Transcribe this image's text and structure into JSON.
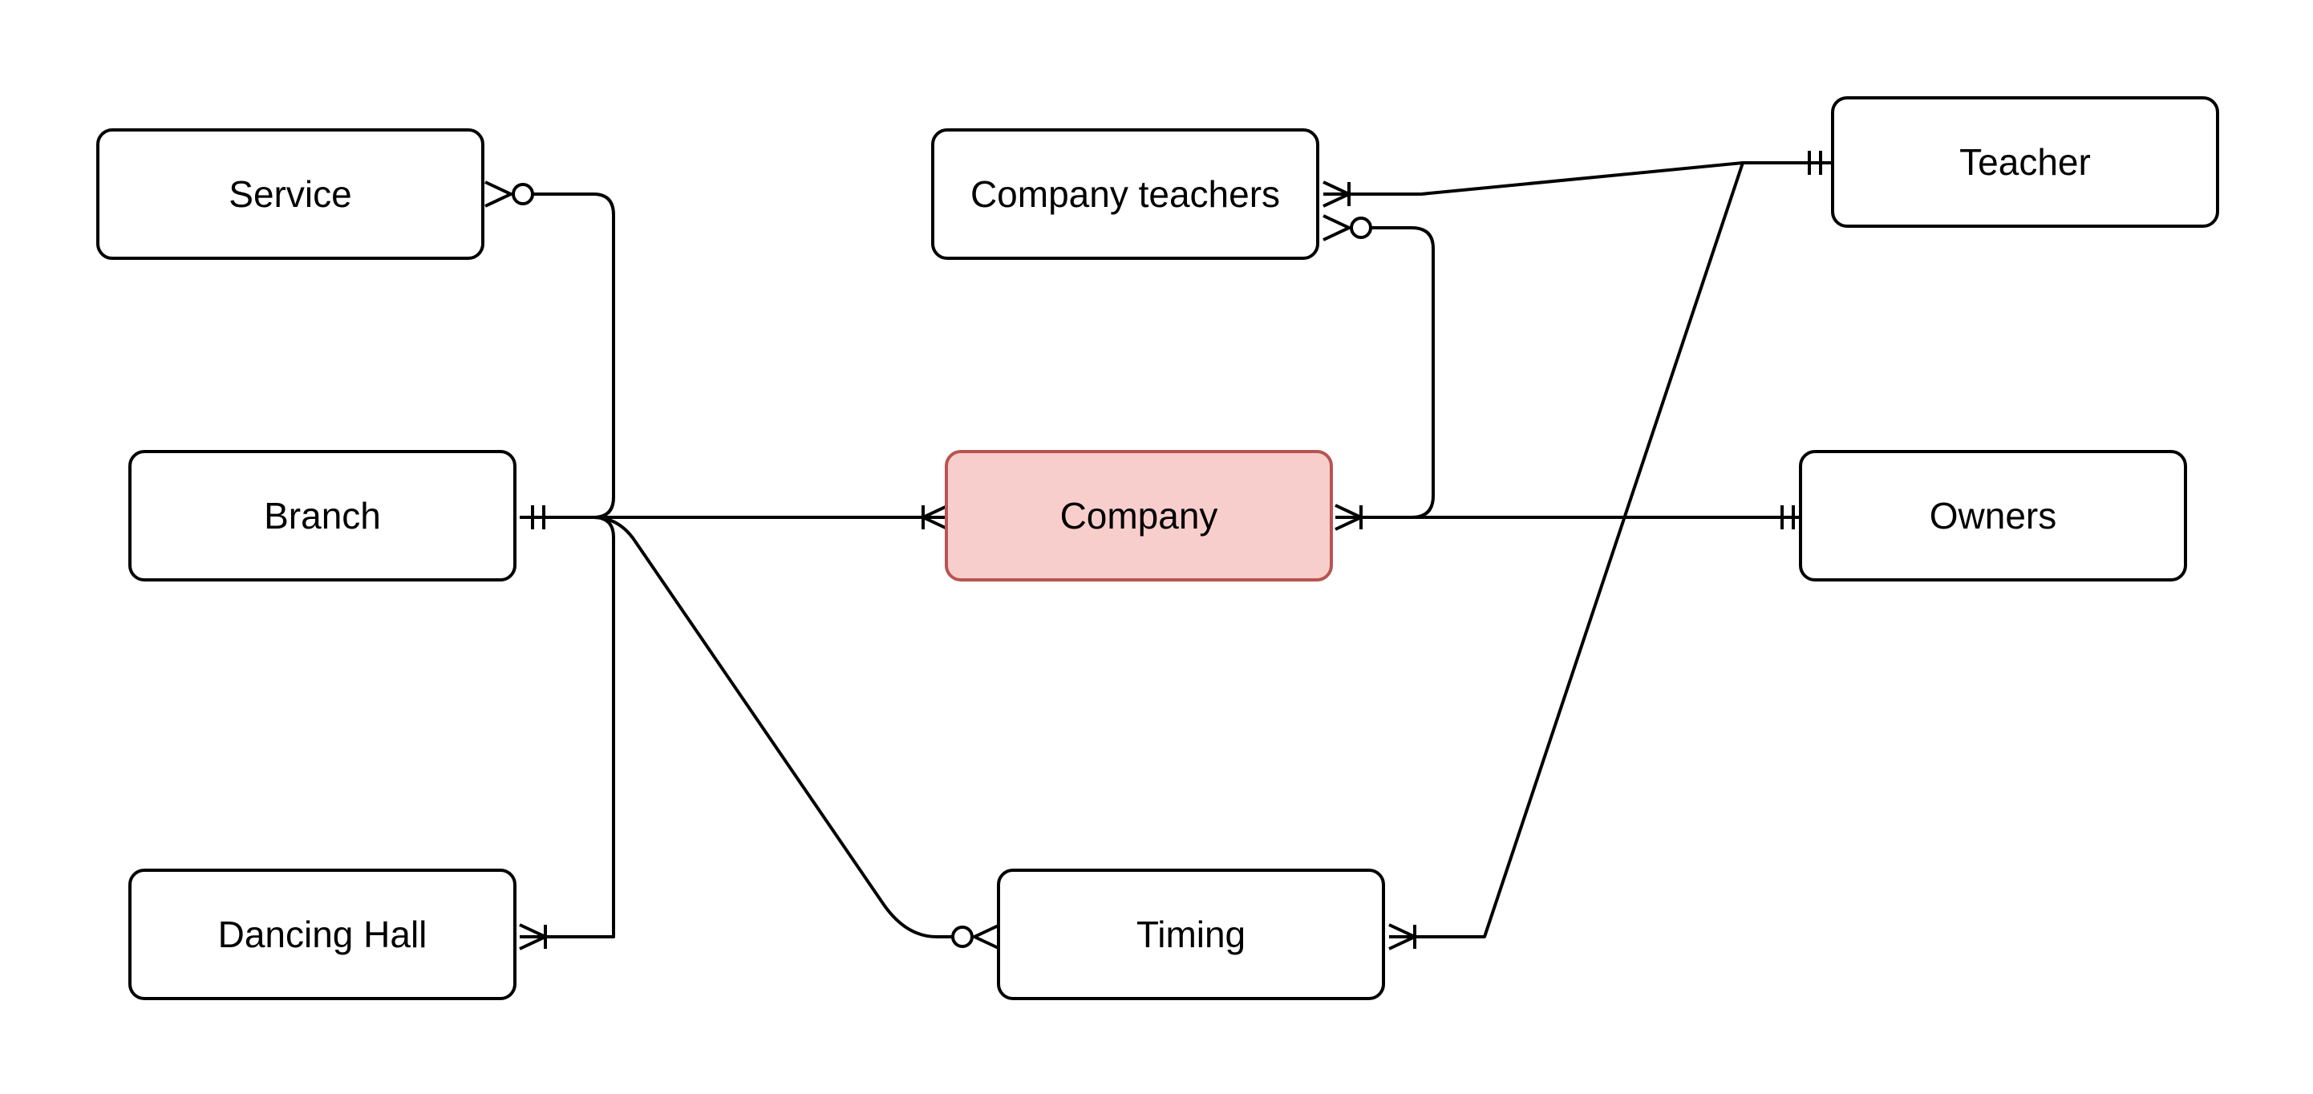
{
  "diagram": {
    "type": "entity-relationship",
    "entities": [
      {
        "id": "service",
        "label": "Service",
        "highlighted": false
      },
      {
        "id": "company-teachers",
        "label": "Company teachers",
        "highlighted": false
      },
      {
        "id": "teacher",
        "label": "Teacher",
        "highlighted": false
      },
      {
        "id": "branch",
        "label": "Branch",
        "highlighted": false
      },
      {
        "id": "company",
        "label": "Company",
        "highlighted": true
      },
      {
        "id": "owners",
        "label": "Owners",
        "highlighted": false
      },
      {
        "id": "dancing-hall",
        "label": "Dancing Hall",
        "highlighted": false
      },
      {
        "id": "timing",
        "label": "Timing",
        "highlighted": false
      }
    ],
    "relationships": [
      {
        "from": "branch",
        "from_end": "one-and-only-one",
        "to": "service",
        "to_end": "zero-or-many"
      },
      {
        "from": "branch",
        "from_end": "one-and-only-one",
        "to": "company",
        "to_end": "one-or-many"
      },
      {
        "from": "branch",
        "from_end": "one-and-only-one",
        "to": "dancing-hall",
        "to_end": "one-or-many"
      },
      {
        "from": "branch",
        "from_end": "one-and-only-one",
        "to": "timing",
        "to_end": "zero-or-many"
      },
      {
        "from": "company",
        "from_end": "one-or-many",
        "to": "company-teachers",
        "to_end": "zero-or-many"
      },
      {
        "from": "company",
        "from_end": "one-or-many",
        "to": "owners",
        "to_end": "one-and-only-one"
      },
      {
        "from": "teacher",
        "from_end": "one-and-only-one",
        "to": "company-teachers",
        "to_end": "one-or-many"
      },
      {
        "from": "teacher",
        "from_end": "one-and-only-one",
        "to": "timing",
        "to_end": "one-or-many"
      }
    ]
  },
  "colors": {
    "default_fill": "#ffffff",
    "default_stroke": "#000000",
    "highlight_fill": "#f8cecc",
    "highlight_stroke": "#b85450"
  }
}
